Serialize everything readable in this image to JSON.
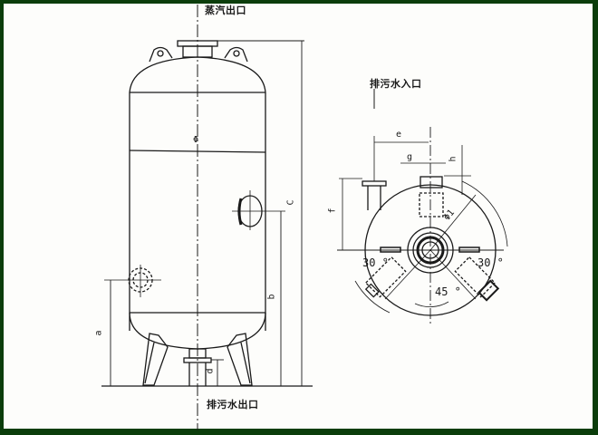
{
  "frame": {
    "border_color": "#0b3d0b",
    "paper_color": "#fdfdfb"
  },
  "side_view": {
    "top_label": "蒸汽出口",
    "bottom_label": "排污水出口",
    "diameter_symbol": "Φ",
    "dims": {
      "a": "a",
      "b": "b",
      "c": "C",
      "d": "d"
    }
  },
  "top_view": {
    "inlet_label": "排污水入口",
    "dims": {
      "e": "e",
      "f": "f",
      "g": "g",
      "h": "h",
      "d1": "Φ1"
    },
    "angles": {
      "left": "30 °",
      "right": "30 °",
      "bottom": "45 °"
    }
  }
}
